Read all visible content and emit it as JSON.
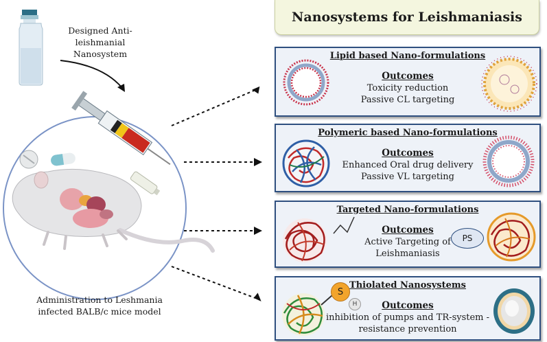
{
  "title": "Nanosystems for Leishmaniasis",
  "left": {
    "vial_label": [
      "Designed Anti-leishmanial",
      "Nanosystem"
    ],
    "model_label": [
      "Administration to Leshmania",
      "infected BALB/c mice model"
    ]
  },
  "cards": [
    {
      "title": "Lipid based Nano-formulations",
      "outcomes": "Outcomes",
      "lines": [
        "Toxicity reduction",
        "Passive CL targeting"
      ]
    },
    {
      "title": "Polymeric based Nano-formulations",
      "outcomes": "Outcomes",
      "lines": [
        "Enhanced Oral drug delivery",
        "Passive VL targeting"
      ]
    },
    {
      "title": "Targeted  Nano-formulations",
      "outcomes": "Outcomes",
      "lines": [
        "Active Targeting of",
        "Leishmaniasis"
      ]
    },
    {
      "title": "Thiolated Nanosystems",
      "outcomes": "Outcomes",
      "lines": [
        "inhibition of pumps and TR-system -",
        "resistance prevention"
      ]
    }
  ],
  "badges": {
    "ps": "PS",
    "s": "S",
    "h": "H"
  },
  "colors": {
    "card_border": "#2e4f7f",
    "card_bg": "#eef2f8",
    "title_bg": "#f4f6df",
    "circle": "#7a93c6"
  }
}
